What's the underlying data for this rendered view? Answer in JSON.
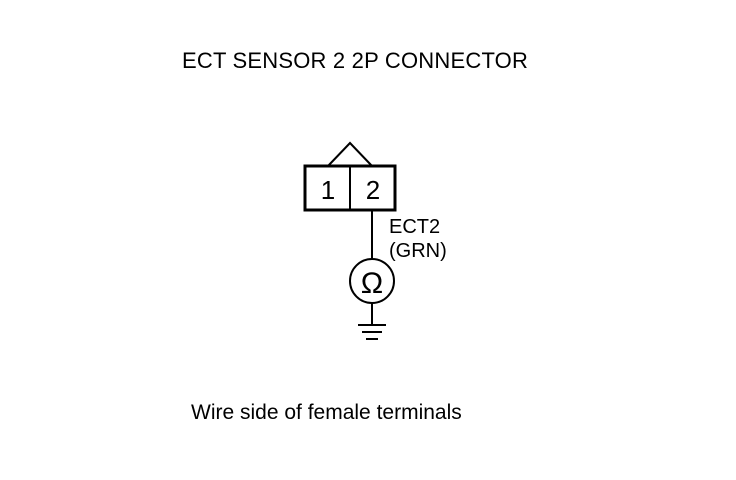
{
  "diagram": {
    "title": "ECT SENSOR 2 2P CONNECTOR",
    "connector": {
      "terminals": [
        "1",
        "2"
      ]
    },
    "wire": {
      "signal": "ECT2",
      "color_code": "(GRN)"
    },
    "meter_symbol": "Ω",
    "caption": "Wire side of female terminals"
  },
  "colors": {
    "background": "#ffffff",
    "ink": "#000000"
  },
  "icons": {
    "meter": "ohmmeter-icon",
    "ground": "ground-icon"
  }
}
